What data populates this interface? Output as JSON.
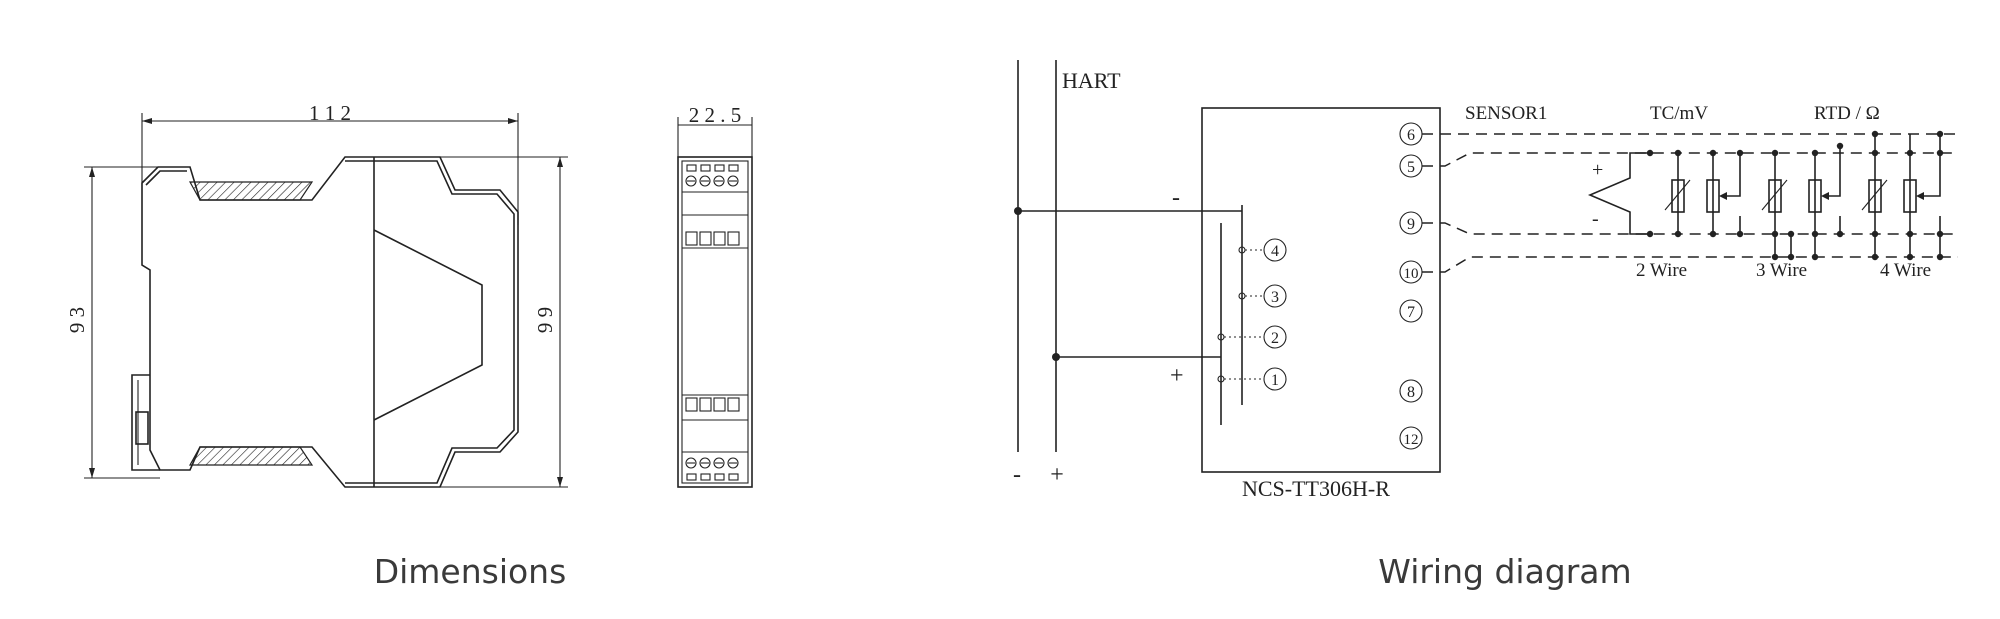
{
  "dimensions": {
    "width_label": "1 1 2",
    "side_height_label": "9 3",
    "overall_height_label": "9 9",
    "front_width_label": "2 2 . 5",
    "caption": "Dimensions"
  },
  "wiring": {
    "hart_label": "HART",
    "minus_label": "-",
    "plus_label": "+",
    "bottom_minus": "-",
    "bottom_plus": "+",
    "device_model": "NCS-TT306H-R",
    "sensor_label": "SENSOR1",
    "tc_label": "TC/mV",
    "rtd_label": "RTD / Ω",
    "tc_plus": "+",
    "tc_minus": "-",
    "two_wire": "2 Wire",
    "three_wire": "3 Wire",
    "four_wire": "4 Wire",
    "input_terminals": [
      "4",
      "3",
      "2",
      "1"
    ],
    "sensor_terminals": [
      "6",
      "5",
      "9",
      "10",
      "7",
      "8",
      "12"
    ],
    "caption": "Wiring diagram"
  }
}
